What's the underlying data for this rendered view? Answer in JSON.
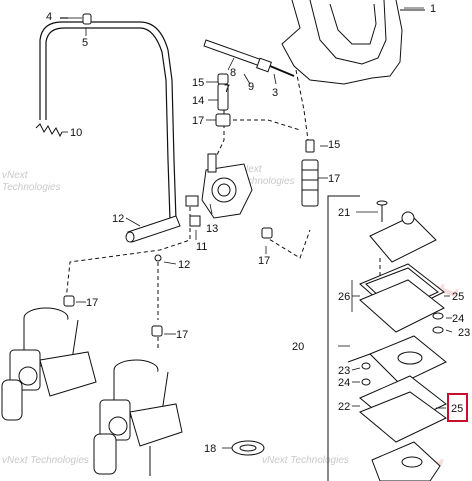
{
  "callouts": {
    "c1": "1",
    "c3": "3",
    "c4": "4",
    "c5": "5",
    "c7": "7",
    "c8": "8",
    "c9": "9",
    "c10": "10",
    "c11": "11",
    "c12a": "12",
    "c12b": "12",
    "c13": "13",
    "c14": "14",
    "c15a": "15",
    "c15b": "15",
    "c17a": "17",
    "c17b": "17",
    "c17c": "17",
    "c17d": "17",
    "c17e": "17",
    "c18": "18",
    "c20": "20",
    "c21": "21",
    "c22": "22",
    "c23a": "23",
    "c23b": "23",
    "c24a": "24",
    "c24b": "24",
    "c25a": "25",
    "c25b": "25",
    "c26": "26"
  },
  "highlighted_callout": "25",
  "watermark": {
    "text_line1": "vNext",
    "text_line2": "Technologies",
    "combined": "vNext Technologies",
    "large": "t"
  },
  "colors": {
    "line": "#111111",
    "highlight": "#c8102e",
    "watermark": "#c9c9c9"
  }
}
